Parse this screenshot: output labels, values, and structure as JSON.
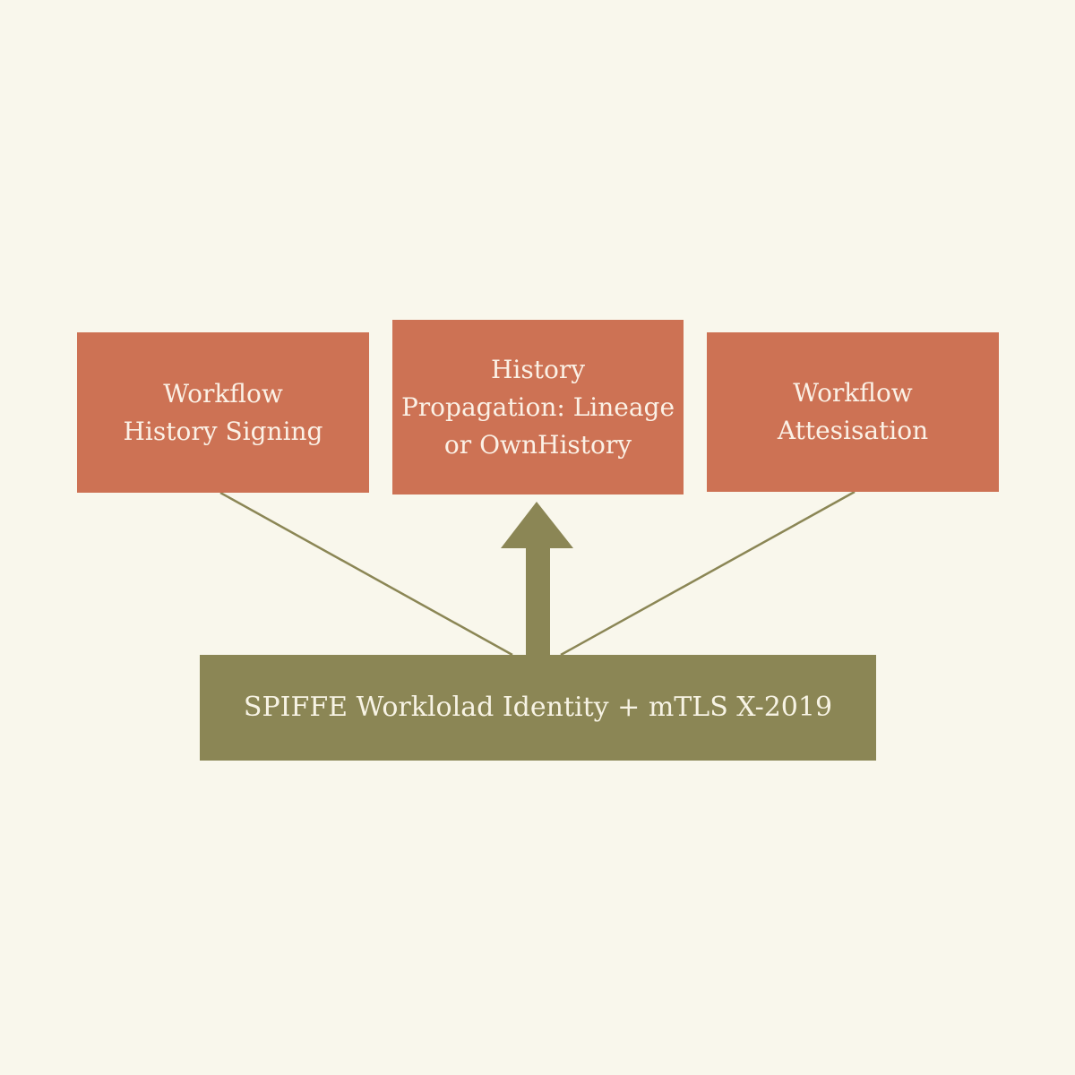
{
  "diagram": {
    "colors": {
      "background": "#f9f7ec",
      "top_box_fill": "#cd7254",
      "base_fill": "#8b8655",
      "connector": "#8b8655",
      "text_light": "#fbf1e6"
    },
    "nodes": {
      "left": {
        "label": "Workflow\nHistory Signing"
      },
      "center": {
        "label": "History\nPropagation: Lineage\nor OwnHistory"
      },
      "right": {
        "label": "Workflow\nAttesisation"
      },
      "base": {
        "label": "SPIFFE Worklolad Identity + mTLS X-2019"
      }
    },
    "edges": [
      {
        "from": "base",
        "to": "left",
        "style": "line"
      },
      {
        "from": "base",
        "to": "center",
        "style": "arrow"
      },
      {
        "from": "base",
        "to": "right",
        "style": "line"
      }
    ]
  }
}
